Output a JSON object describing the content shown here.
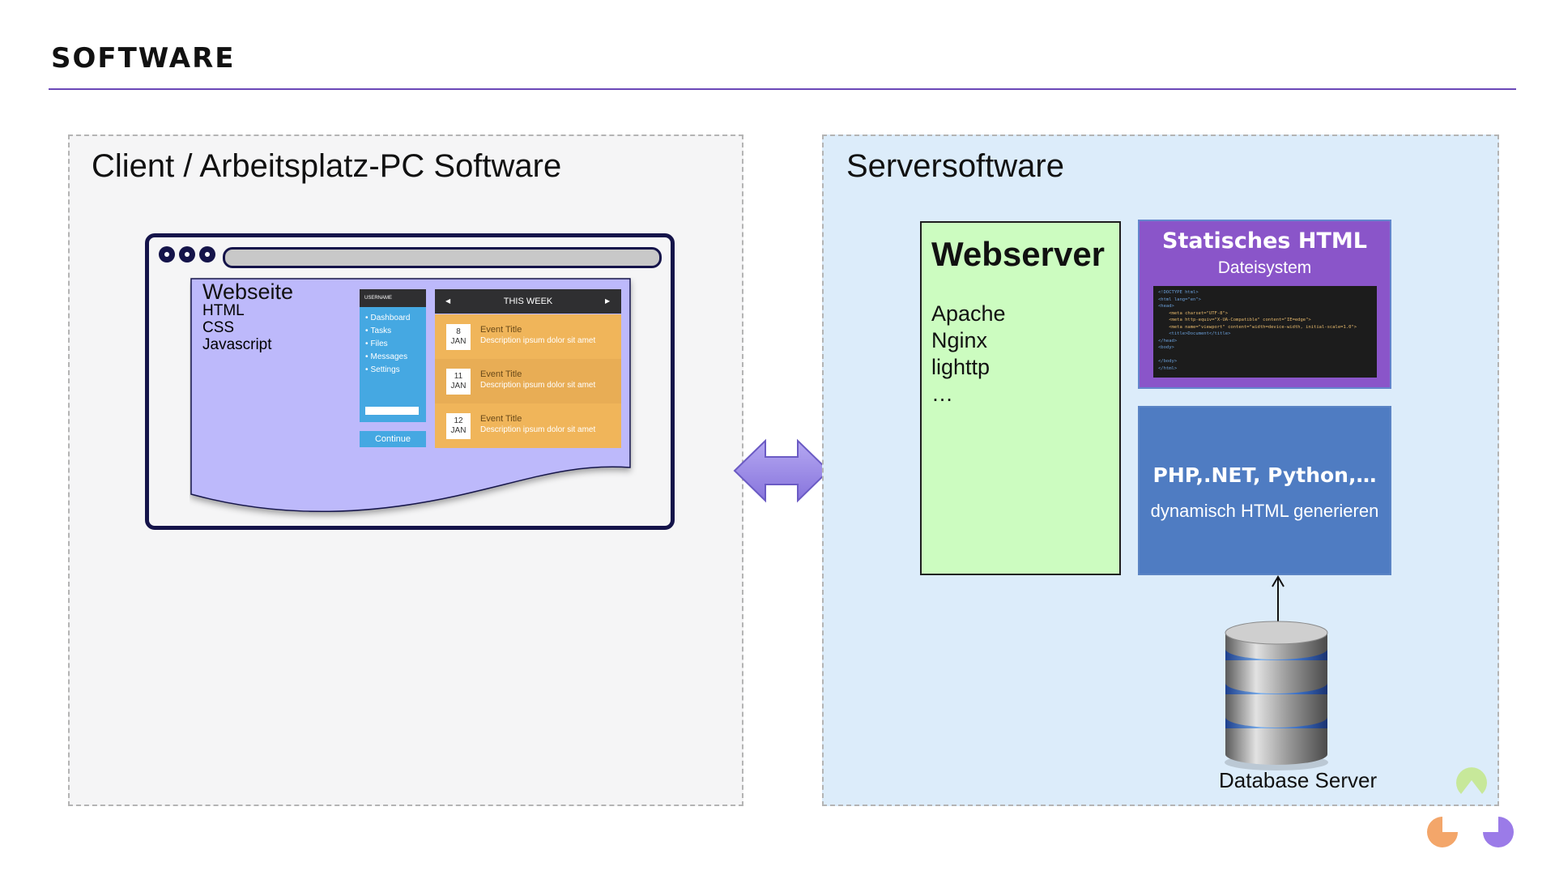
{
  "header": {
    "title": "SOFTWARE"
  },
  "client_panel": {
    "heading": "Client / Arbeitsplatz-PC Software",
    "page": {
      "title": "Webseite",
      "lines": [
        "HTML",
        "CSS",
        "Javascript"
      ]
    },
    "mini_sidebar": {
      "username": "USERNAME",
      "items": [
        "Dashboard",
        "Tasks",
        "Files",
        "Messages",
        "Settings"
      ],
      "button": "Continue"
    },
    "mini_calendar": {
      "header": "THIS WEEK",
      "events": [
        {
          "day": "8",
          "month": "JAN",
          "title": "Event Title",
          "desc": "Description ipsum dolor sit amet"
        },
        {
          "day": "11",
          "month": "JAN",
          "title": "Event Title",
          "desc": "Description ipsum dolor sit amet"
        },
        {
          "day": "12",
          "month": "JAN",
          "title": "Event Title",
          "desc": "Description ipsum dolor sit amet"
        }
      ]
    }
  },
  "server_panel": {
    "heading": "Serversoftware",
    "webserver": {
      "title": "Webserver",
      "items": [
        "Apache",
        "Nginx",
        "lighttp",
        "…"
      ]
    },
    "static_html": {
      "title": "Statisches HTML",
      "subtitle": "Dateisystem",
      "code_lines": [
        "<!DOCTYPE html>",
        "<html lang=\"en\">",
        "<head>",
        "    <meta charset=\"UTF-8\">",
        "    <meta http-equiv=\"X-UA-Compatible\" content=\"IE=edge\">",
        "    <meta name=\"viewport\" content=\"width=device-width, initial-scale=1.0\">",
        "    <title>Document</title>",
        "</head>",
        "<body>",
        "",
        "</body>",
        "</html>"
      ]
    },
    "dynamic": {
      "title": "PHP,.NET, Python,…",
      "subtitle": "dynamisch HTML generieren"
    },
    "database": {
      "label": "Database Server"
    }
  },
  "colors": {
    "accent_rule": "#6b48b8",
    "webserver_bg": "#ccfcc0",
    "static_bg": "#8a55c9",
    "dynamic_bg": "#4f7cc2",
    "arrow_fill": "#9b8be8",
    "page_bg": "#bdb9fb",
    "calendar_bg": "#f0b55a"
  }
}
